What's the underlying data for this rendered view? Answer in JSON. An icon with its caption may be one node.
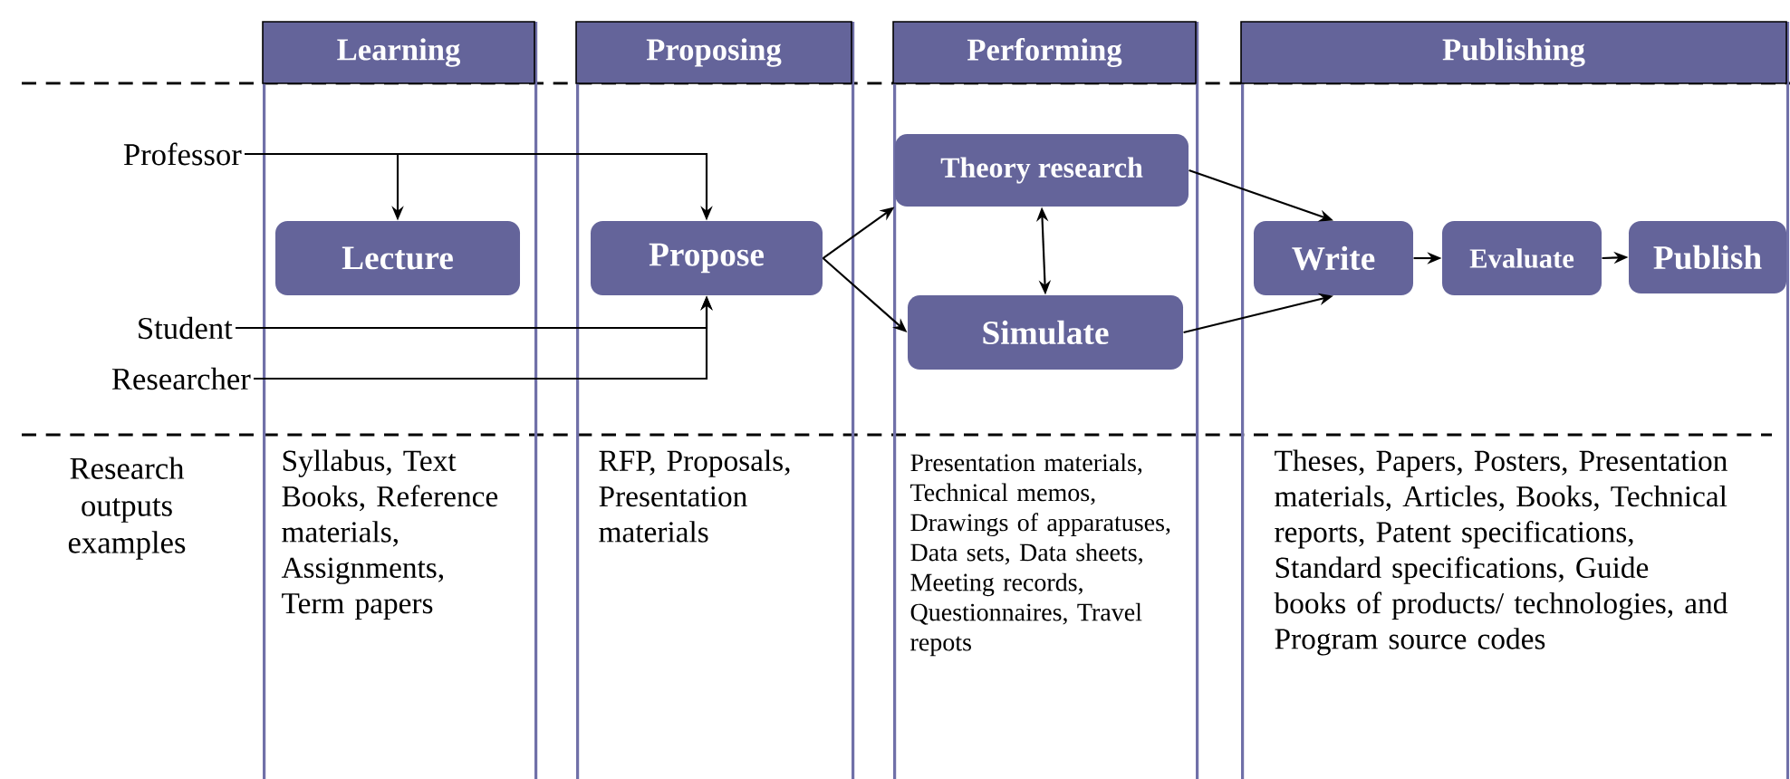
{
  "diagram": {
    "nodes": [
      {
        "text": [
          "Learning"
        ]
      },
      {
        "text": [
          "Proposing"
        ]
      },
      {
        "text": [
          "Performing"
        ]
      },
      {
        "text": [
          "Publishing"
        ]
      },
      {
        "text": [
          "Professor"
        ]
      },
      {
        "text": [
          "Student"
        ]
      },
      {
        "text": [
          "Researcher"
        ]
      },
      {
        "text": [
          "Lecture"
        ],
        "in": 0
      },
      {
        "text": [
          "Propose"
        ],
        "in": 1
      },
      {
        "text": [
          "Theory research"
        ],
        "in": 2
      },
      {
        "text": [
          "Simulate"
        ],
        "in": 2
      },
      {
        "text": [
          "Write"
        ],
        "in": 3
      },
      {
        "text": [
          "Evaluate"
        ],
        "in": 3
      },
      {
        "text": [
          "Publish"
        ],
        "in": 3
      }
    ],
    "edges": [
      {
        "from": 4,
        "to": 7,
        "arrow": "to"
      },
      {
        "from": 4,
        "to": 8,
        "arrow": "to"
      },
      {
        "from": 5,
        "to": 8,
        "arrow": "to"
      },
      {
        "from": 6,
        "to": 8,
        "arrow": "to"
      },
      {
        "from": 8,
        "to": 9,
        "arrow": "to"
      },
      {
        "from": 8,
        "to": 10,
        "arrow": "to"
      },
      {
        "from": 9,
        "to": 10,
        "arrow": "both"
      },
      {
        "from": 9,
        "to": 11,
        "arrow": "to"
      },
      {
        "from": 10,
        "to": 11,
        "arrow": "to"
      },
      {
        "from": 11,
        "to": 12,
        "arrow": "to"
      },
      {
        "from": 12,
        "to": 13,
        "arrow": "to"
      }
    ],
    "labels": [
      "Research outputs examples",
      "Syllabus, Text Books, Reference materials, Assignments, Term papers",
      "RFP, Proposals, Presentation materials",
      "Presentation materials, Technical memos, Drawings of apparatuses, Data sets, Data sheets, Meeting records, Questionnaires, Travel repots",
      "Theses, Papers, Posters, Presentation materials, Articles, Books, Technical reports, Patent specifications, Standard specifications, Guide books of products/ technologies, and Program source codes"
    ]
  }
}
